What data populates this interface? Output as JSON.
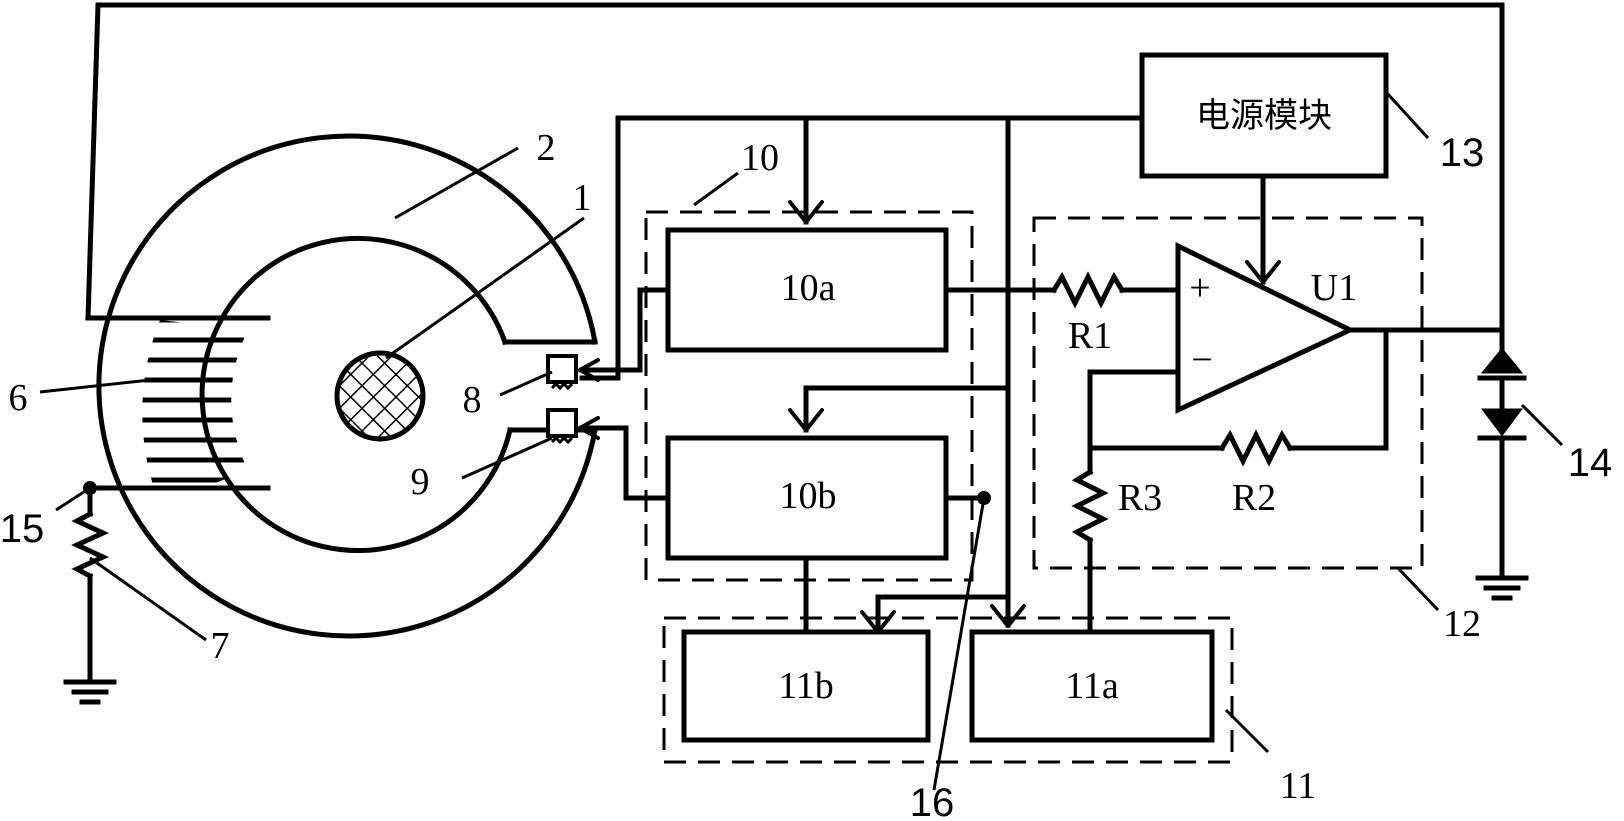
{
  "blocks": {
    "b10a": "10a",
    "b10b": "10b",
    "b11a": "11a",
    "b11b": "11b",
    "power": "电源模块"
  },
  "components": {
    "R1": "R1",
    "R2": "R2",
    "R3": "R3",
    "U1": "U1",
    "plus": "+",
    "minus": "−"
  },
  "callouts": [
    "1",
    "2",
    "6",
    "7",
    "8",
    "9",
    "10",
    "11",
    "12",
    "13",
    "14",
    "15",
    "16"
  ]
}
